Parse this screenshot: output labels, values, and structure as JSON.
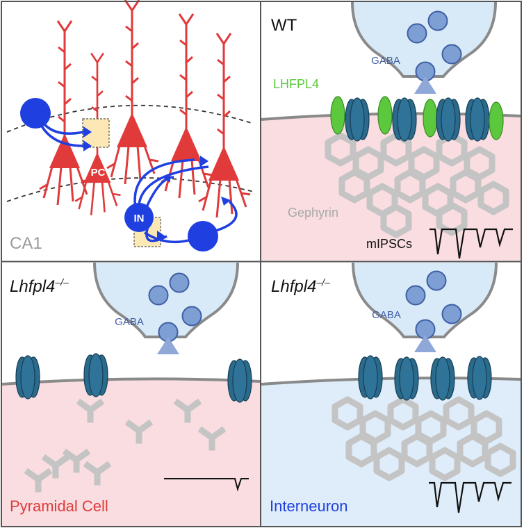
{
  "panels": {
    "ca1": {
      "region_label": "CA1",
      "pc_label": "PC",
      "in_label": "IN"
    },
    "wt": {
      "genotype": "WT",
      "gaba": "GABA",
      "lhfpl4": "LHFPL4",
      "gephyrin": "Gephyrin",
      "mipscs": "mIPSCs"
    },
    "ko_pyr": {
      "genotype": "Lhfpl4",
      "genotype_sup": "–/–",
      "gaba": "GABA",
      "cell_type": "Pyramidal Cell"
    },
    "ko_int": {
      "genotype": "Lhfpl4",
      "genotype_sup": "–/–",
      "gaba": "GABA",
      "cell_type": "Interneuron"
    }
  },
  "colors": {
    "pyramidal": "#e03a3a",
    "interneuron": "#1f3fe0",
    "receptor": "#2a6a8c",
    "lhfpl4": "#5cc83e",
    "gephyrin": "#c4c4c4",
    "terminal": "#d8eaf7",
    "vesicle": "#7e9fd3",
    "pink_bg": "#f9dde0",
    "blue_bg": "#deedf9",
    "membrane": "#8a8a8a",
    "highlight_box": "#fbe8b5"
  }
}
